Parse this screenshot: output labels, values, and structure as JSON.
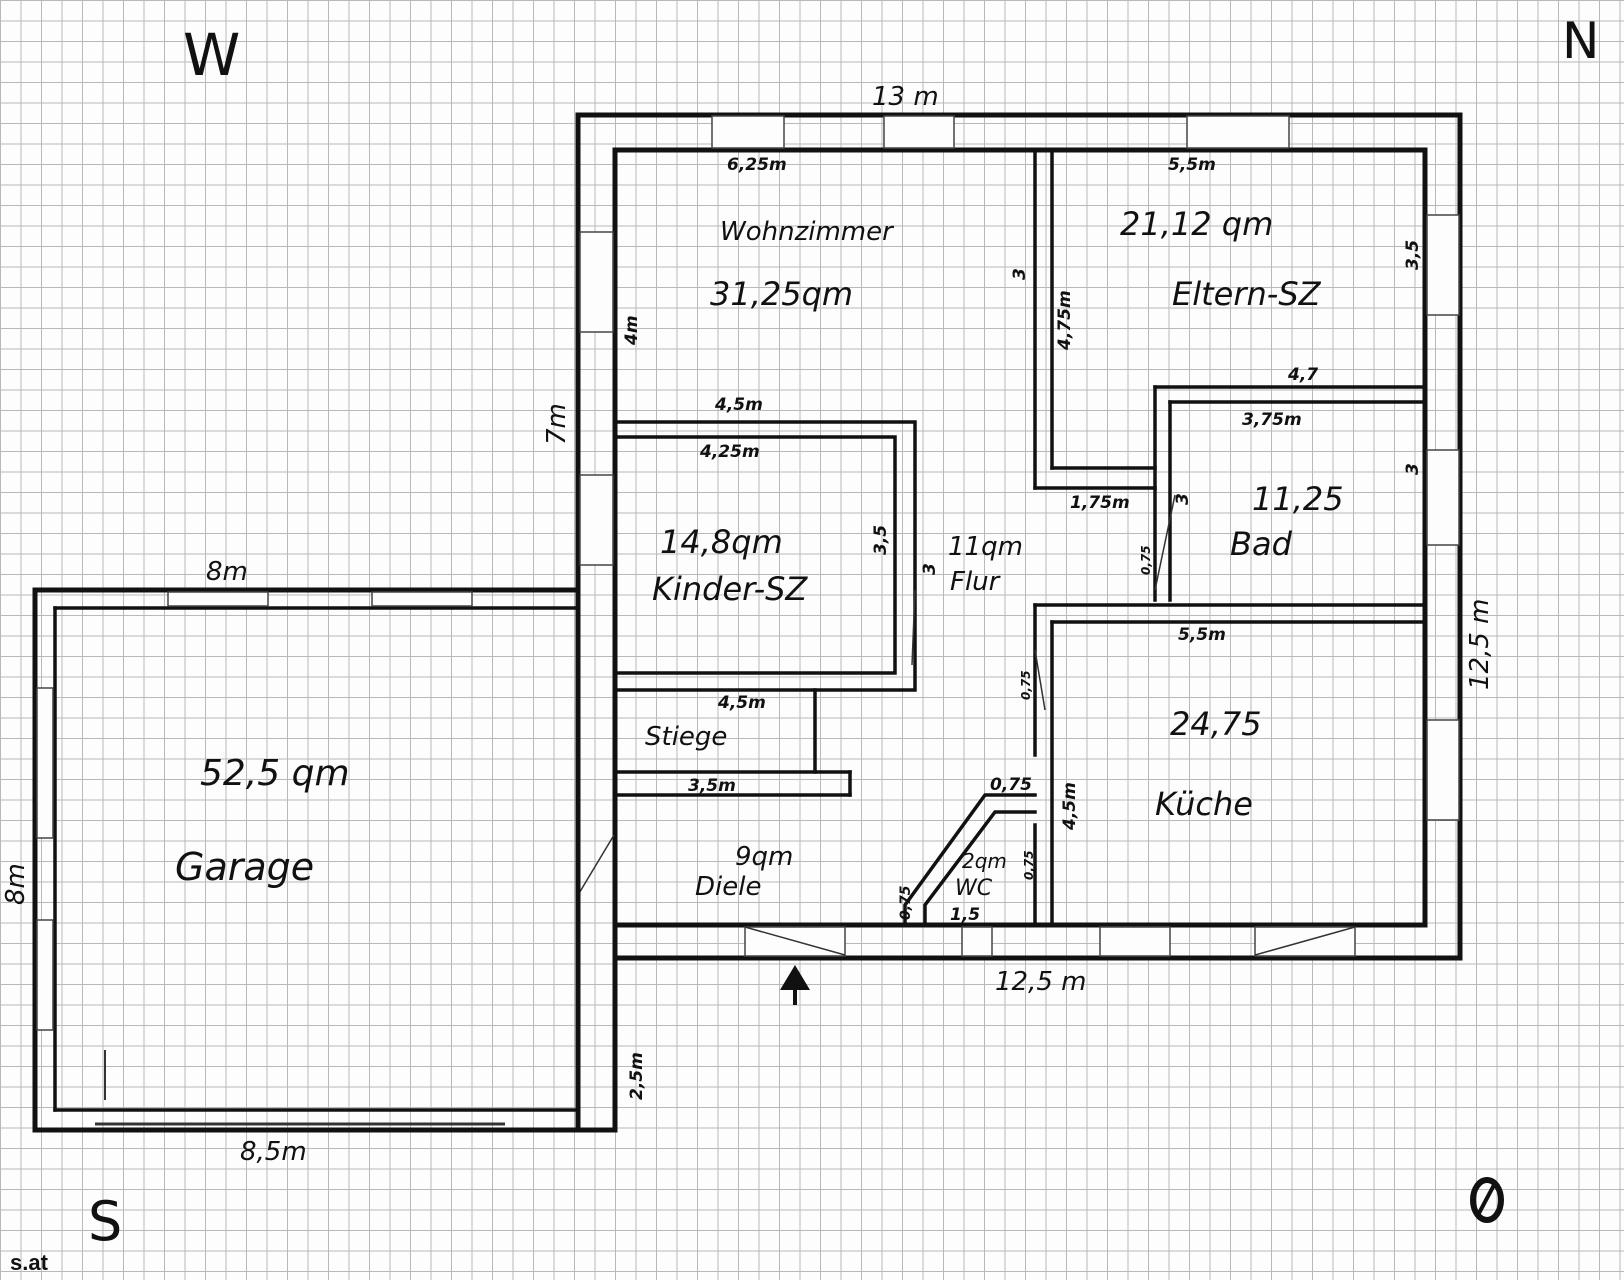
{
  "compass": {
    "west": "W",
    "north": "N",
    "south": "S"
  },
  "watermark": "s.at",
  "dimensions": {
    "top_total": "13 m",
    "bottom_total": "12,5 m",
    "right_total": "12,5 m",
    "left_house": "7m",
    "garage_top": "8m",
    "garage_bottom": "8,5m",
    "garage_left": "8m",
    "garage_step": "2,5m",
    "wohn_top": "6,25m",
    "wohn_side": "4m",
    "eltern_top": "5,5m",
    "eltern_left": "3",
    "eltern_inner": "4,75m",
    "eltern_right": "3,5",
    "eltern_bottom_right": "4,7",
    "eltern_bottom": "1,75m",
    "bad_top": "3,75m",
    "bad_right": "3",
    "bad_left": "3",
    "bad_door": "0,75",
    "kinder_outer": "4,5m",
    "kinder_inner": "4,25m",
    "kinder_right": "3,5",
    "flur_door": "3",
    "kueche_top": "5,5m",
    "kueche_left": "4,5m",
    "kueche_door": "0,75",
    "stiege_top": "4,5m",
    "stiege_bottom": "3,5m",
    "wc_top": "0,75",
    "wc_left": "0,75",
    "wc_bottom": "1,5",
    "wc_right": "0,75"
  },
  "rooms": {
    "wohnzimmer": {
      "name": "Wohnzimmer",
      "area": "31,25qm"
    },
    "eltern": {
      "name": "Eltern-SZ",
      "area": "21,12 qm"
    },
    "bad": {
      "name": "Bad",
      "area": "11,25"
    },
    "kinder": {
      "name": "Kinder-SZ",
      "area": "14,8qm"
    },
    "flur": {
      "name": "Flur",
      "area": "11qm"
    },
    "kueche": {
      "name": "Küche",
      "area": "24,75"
    },
    "stiege": {
      "name": "Stiege"
    },
    "diele": {
      "name": "Diele",
      "area": "9qm"
    },
    "wc": {
      "name": "WC",
      "area": "2qm"
    },
    "garage": {
      "name": "Garage",
      "area": "52,5 qm"
    }
  }
}
